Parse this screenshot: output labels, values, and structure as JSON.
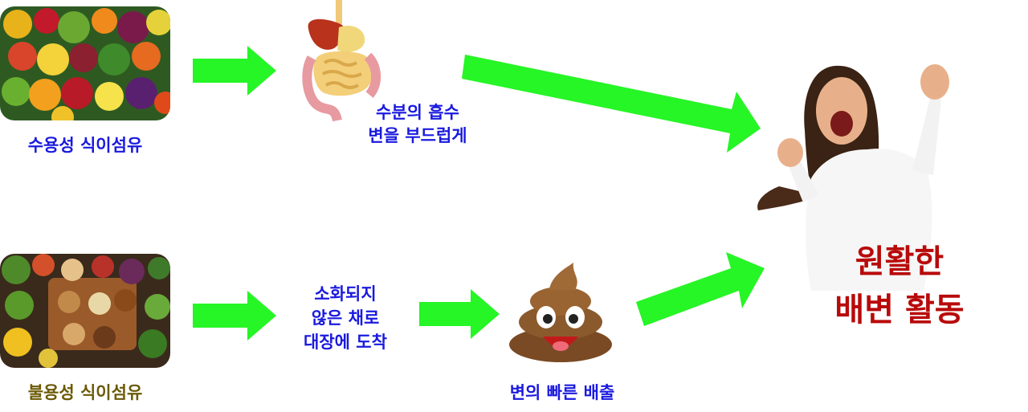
{
  "soluble": {
    "label": "수용성 식이섬유",
    "absorb_line1": "수분의 흡수",
    "absorb_line2": "변을 부드럽게"
  },
  "insoluble": {
    "label": "불용성 식이섬유",
    "reach_line1": "소화되지",
    "reach_line2": "않은 채로",
    "reach_line3": "대장에 도착",
    "excrete": "변의 빠른 배출"
  },
  "result": {
    "line1": "원활한",
    "line2": "배변 활동"
  },
  "colors": {
    "arrow": "#26f526",
    "text_blue": "#1a1adf",
    "text_olive": "#6b5a05",
    "result_red": "#b80a0a"
  },
  "icons": [
    "fruit-vegetables-photo",
    "digestive-system-icon",
    "nuts-vegetables-photo",
    "poop-emoji-icon",
    "cheering-woman-photo"
  ]
}
